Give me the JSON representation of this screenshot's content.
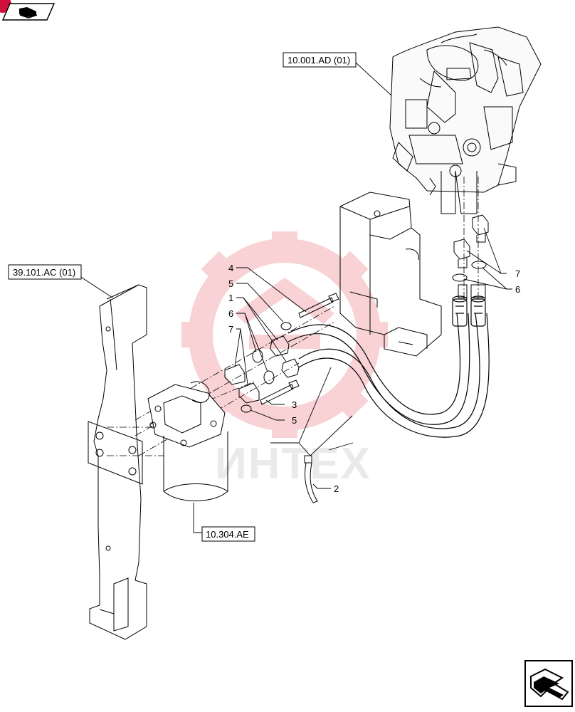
{
  "references": {
    "engine": "10.001.AD (01)",
    "bracket": "39.101.AC (01)",
    "filter": "10.304.AE"
  },
  "callouts": {
    "c1": "1",
    "c2": "2",
    "c3": "3",
    "c4": "4",
    "c5_top": "5",
    "c5_bottom": "5",
    "c6_left": "6",
    "c6_right": "6",
    "c7_left": "7",
    "c7_right": "7"
  },
  "watermark": {
    "text": "ИНТЕХ",
    "color": "#f2b6b8"
  },
  "icons": {
    "top_left": "return-book-icon",
    "bottom_right": "next-page-arrow-icon"
  },
  "colors": {
    "line": "#000000",
    "badge": "#d0103a"
  }
}
